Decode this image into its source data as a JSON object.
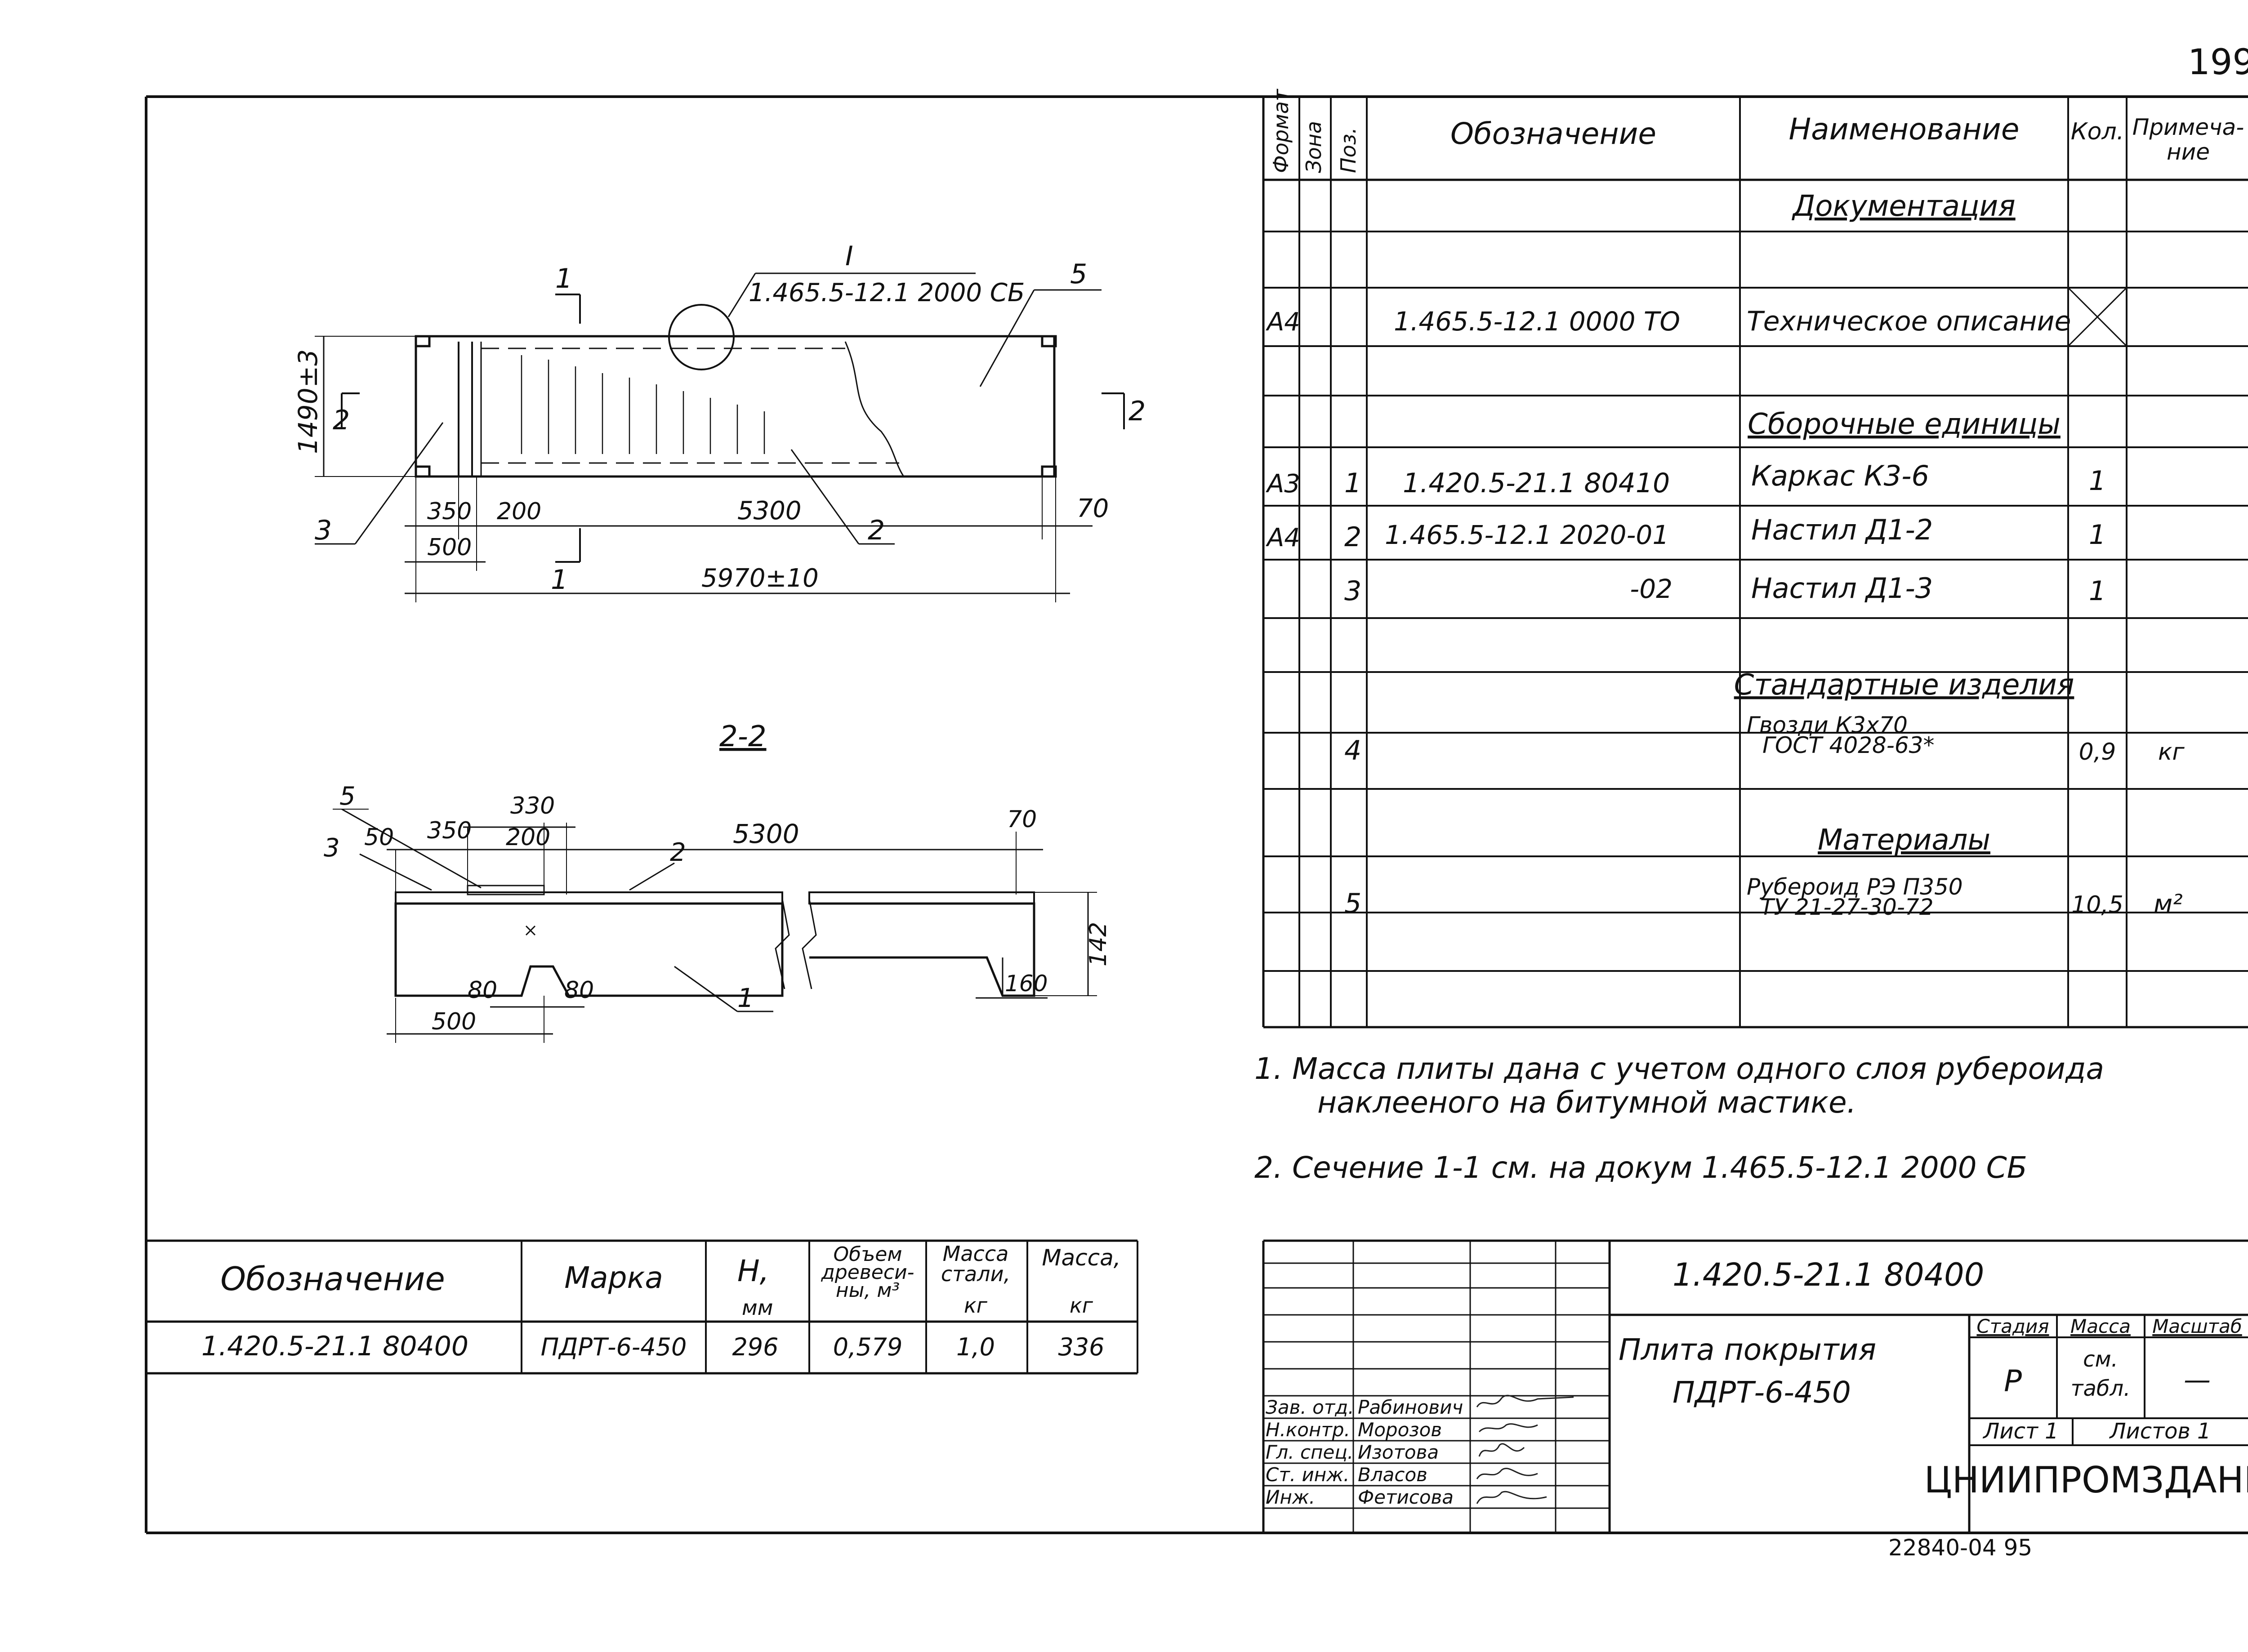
{
  "page_number": "199",
  "spec_table": {
    "headers": {
      "format": "Формат",
      "zone": "Зона",
      "pos": "Поз.",
      "designation": "Обозначение",
      "name": "Наименование",
      "qty": "Кол.",
      "note_line1": "Примеча-",
      "note_line2": "ние"
    },
    "sections": {
      "documentation": "Документация",
      "assemblies": "Сборочные единицы",
      "standard": "Стандартные изделия",
      "materials": "Материалы"
    },
    "rows": {
      "doc": {
        "format": "А4",
        "designation": "1.465.5-12.1 0000 ТО",
        "name": "Техническое описание"
      },
      "r1": {
        "format": "А3",
        "pos": "1",
        "designation": "1.420.5-21.1 80410",
        "name": "Каркас  К3-6",
        "qty": "1"
      },
      "r2": {
        "format": "А4",
        "pos": "2",
        "designation": "1.465.5-12.1  2020-01",
        "name": "Настил  Д1-2",
        "qty": "1"
      },
      "r3": {
        "pos": "3",
        "designation": "-02",
        "name": "Настил  Д1-3",
        "qty": "1"
      },
      "r4": {
        "pos": "4",
        "name_line1": "Гвозди  К3х70",
        "name_line2": "ГОСТ 4028-63*",
        "qty": "0,9",
        "note": "кг"
      },
      "r5": {
        "pos": "5",
        "name_line1": "Рубероид  РЭ П350",
        "name_line2": "ТУ 21-27-30-72",
        "qty": "10,5",
        "note": "м²"
      }
    }
  },
  "notes": {
    "n1_line1": "1. Масса плиты дана с учетом одного слоя рубероида",
    "n1_line2": "наклееного на битумной мастике.",
    "n2": "2. Сечение 1-1 см. на докум 1.465.5-12.1  2000 СБ"
  },
  "drawing_plan": {
    "callout_roman": "I",
    "callout_ref": "1.465.5-12.1 2000 СБ",
    "section_mark": "1",
    "section_mark_2": "2",
    "dim_height": "1490±3",
    "dim_350": "350",
    "dim_200": "200",
    "dim_5300": "5300",
    "dim_70": "70",
    "dim_500": "500",
    "dim_5970": "5970±10",
    "pos1": "1",
    "pos2": "2",
    "pos3": "3",
    "pos5": "5"
  },
  "drawing_section": {
    "title": "2-2",
    "d330": "330",
    "d350": "350",
    "d200": "200",
    "d50": "50",
    "d5300": "5300",
    "d70": "70",
    "d142": "142",
    "d80a": "80",
    "d80b": "80",
    "d160": "160",
    "d500": "500",
    "p1": "1",
    "p2": "2",
    "p3": "3",
    "p5": "5"
  },
  "params_table": {
    "headers": {
      "designation": "Обозначение",
      "mark": "Марка",
      "h1": "Н,",
      "h2": "мм",
      "vol1": "Объем",
      "vol2": "древеси-",
      "vol3": "ны, м³",
      "steel1": "Масса",
      "steel2": "стали,",
      "steel3": "кг",
      "mass1": "Масса,",
      "mass2": "кг"
    },
    "row": {
      "designation": "1.420.5-21.1 80400",
      "mark": "ПДРТ-6-450",
      "h": "296",
      "volume": "0,579",
      "steel": "1,0",
      "mass": "336"
    }
  },
  "title_block": {
    "code": "1.420.5-21.1 80400",
    "title_line1": "Плита  покрытия",
    "title_line2": "ПДРТ-6-450",
    "stage_label": "Стадия",
    "mass_label": "Масса",
    "scale_label": "Масштаб",
    "stage": "Р",
    "mass_line1": "см.",
    "mass_line2": "табл.",
    "scale": "—",
    "sheet_label": "Лист  1",
    "sheets_label": "Листов 1",
    "org": "ЦНИИПРОМЗДАНИЙ",
    "people": [
      {
        "role": "Зав. отд.",
        "name": "Рабинович"
      },
      {
        "role": "Н.контр.",
        "name": "Морозов"
      },
      {
        "role": "Гл. спец.",
        "name": "Изотова"
      },
      {
        "role": "Ст. инж.",
        "name": "Власов"
      },
      {
        "role": "Инж.",
        "name": "Фетисова"
      }
    ]
  },
  "footer_code": "22840-04   95"
}
